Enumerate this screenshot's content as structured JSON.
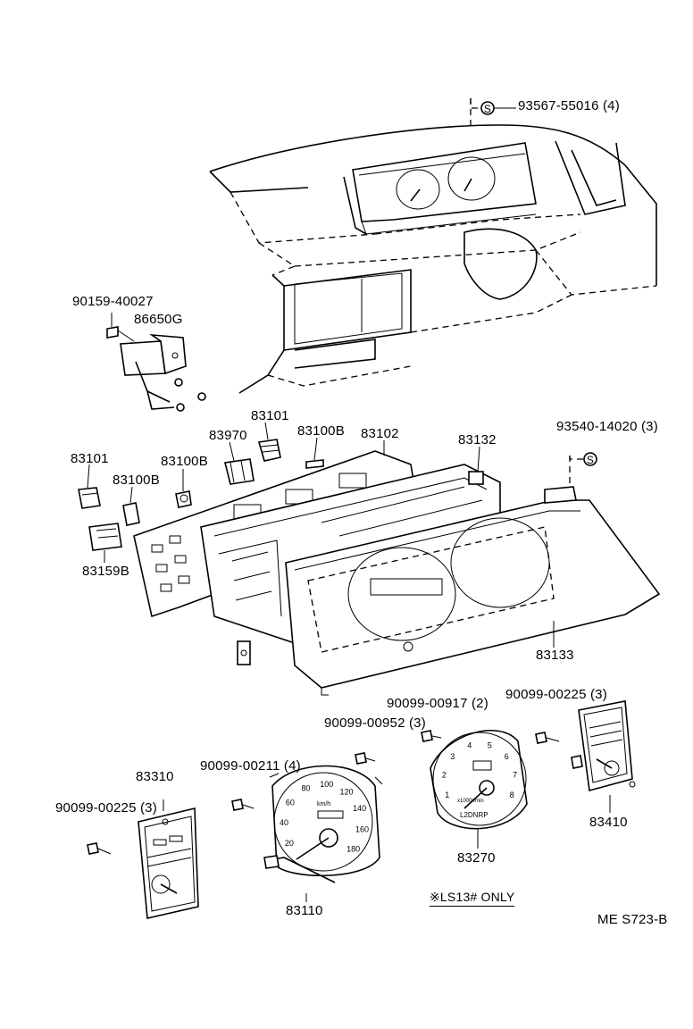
{
  "labels": {
    "p93567": "93567-55016 (4)",
    "p90159": "90159-40027",
    "p86650G": "86650G",
    "p83101_top": "83101",
    "p83970": "83970",
    "p83100B_top": "83100B",
    "p83102": "83102",
    "p83132": "83132",
    "p93540": "93540-14020 (3)",
    "p83101_left": "83101",
    "p83100B_left": "83100B",
    "p83100B_mid": "83100B",
    "p83159B": "83159B",
    "p83133": "83133",
    "p90099_00917": "90099-00917 (2)",
    "p90099_00225_r": "90099-00225 (3)",
    "p90099_00952": "90099-00952 (3)",
    "p83310": "83310",
    "p90099_00211": "90099-00211 (4)",
    "p90099_00225_l": "90099-00225 (3)",
    "p83410": "83410",
    "p83270": "83270",
    "p83110": "83110",
    "ls_note": "※LS13# ONLY",
    "doc_code": "ME S723-B"
  },
  "symbols": {
    "s_mark": "S"
  },
  "gauge_text": {
    "speedo_unit": "km/h",
    "speedo_ticks": [
      "20",
      "40",
      "60",
      "80",
      "100",
      "120",
      "140",
      "160",
      "180"
    ],
    "tacho_ticks": [
      "1",
      "2",
      "3",
      "4",
      "5",
      "6",
      "7",
      "8"
    ],
    "tacho_unit": "x1000r/min",
    "tacho_shift": "L2DNRP"
  }
}
